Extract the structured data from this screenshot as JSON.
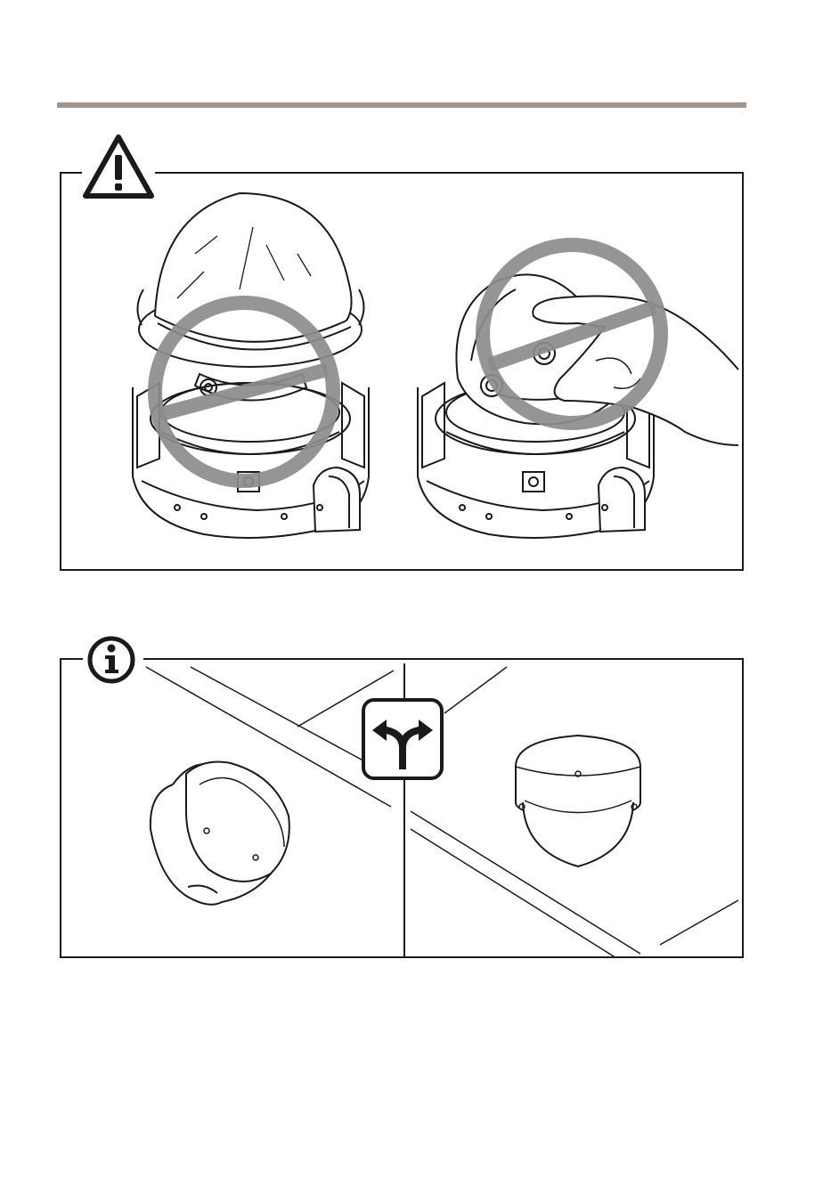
{
  "colors": {
    "rule": "#a1948a",
    "line": "#1a1a1a",
    "prohibition": "#8c8c8c"
  },
  "icons": {
    "warning": "warning-triangle-icon",
    "info": "info-circle-icon",
    "choice": "fork-arrows-icon",
    "prohibited": "prohibition-sign-icon"
  },
  "illustrations": {
    "warning_left": "dome-cover-lowered-on-camera",
    "warning_right": "hand-touching-camera-lens",
    "info_left": "wall-mounted-dome-camera",
    "info_right": "ceiling-mounted-dome-camera"
  }
}
